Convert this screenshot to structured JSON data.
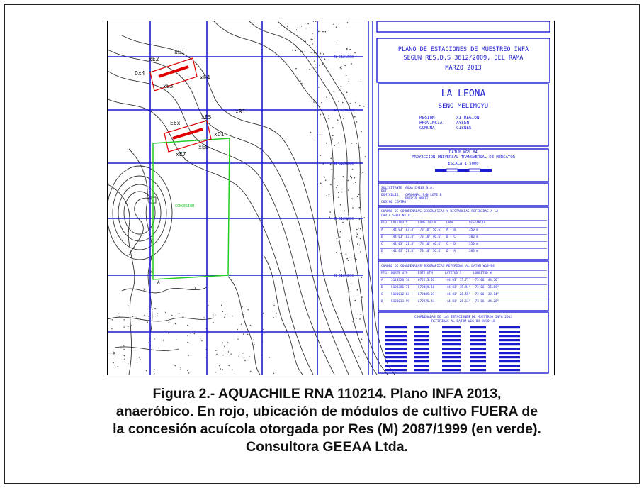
{
  "figure": {
    "caption_lines": [
      "Figura 2.- AQUACHILE RNA 110214. Plano INFA 2013,",
      "anaeróbico. En rojo, ubicación de módulos de cultivo FUERA de",
      "la  concesión acuícola otorgada por Res (M) 2087/1999 (en verde).",
      "Consultora GEEAA Ltda."
    ]
  },
  "map": {
    "station_labels": [
      "xE2",
      "xE1",
      "Dx4",
      "xE4",
      "xE3",
      "xR1",
      "E6x",
      "xE5",
      "xD1",
      "xE8",
      "xE7"
    ],
    "colors": {
      "lines": "#1a1ad0",
      "modules": "#e00000",
      "concession": "#22cc22",
      "contours": "#333333"
    }
  },
  "plan": {
    "title_lines": [
      "PLANO DE ESTACIONES DE MUESTREO INFA",
      "SEGUN RES.D.S 3612/2009, DEL RAMA",
      "MARZO 2013"
    ],
    "site_name": "LA LEONA",
    "site_sub": "SENO MELIMOYU",
    "region_labels": [
      "REGION:",
      "PROVINCIA:",
      "COMUNA:"
    ],
    "region_values": [
      "XI REGION",
      "AYSEN",
      "CISNES"
    ],
    "datum_lines": [
      "DATUM WGS 84",
      "PROYECCION UNIVERSAL TRANSVERSAL DE MERCATOR",
      "ESCALA 1:5000"
    ],
    "owner_labels": [
      "SOLICITANTE",
      "RUT",
      "DOMICILIO",
      "",
      "",
      "CODIGO CENTRO"
    ],
    "owner_values": [
      "AGUA CHILE S.A.",
      "",
      "CARDONAL S/N LOTE B",
      "PUERTO MONTT",
      "",
      ""
    ],
    "geo_table_title": [
      "CUADRO DE COORDENADAS GEOGRAFICAS Y DISTANCIAS REFERIDAS A LA",
      "CARTA SHOA Nº 8.."
    ],
    "geo_table_head": [
      "PTO",
      "LATITUD S",
      "LONGITUD W",
      "LADO",
      "DISTANCIA"
    ],
    "geo_table_rows": [
      [
        "A",
        "-44 03' 03.0\"",
        "-73 10' 56.6\"",
        "A - B",
        "350 m"
      ],
      [
        "B",
        "-44 03' 03.0\"",
        "-73 10' 46.6\"",
        "B - C",
        "580 m"
      ],
      [
        "C",
        "-44 03' 21.8\"",
        "-73 10' 46.6\"",
        "C - D",
        "350 m"
      ],
      [
        "D",
        "-44 03' 21.8\"",
        "-73 10' 56.6\"",
        "D - A",
        "580 m"
      ]
    ],
    "utm_table_title": "CUADRO DE COORDENADAS GEOGRAFICAS REFERIDAS AL DATUM WGS-84",
    "utm_table_head": [
      "PTO",
      "NORTE UTM",
      "ESTE UTM",
      "LATITUD S",
      "LONGITUD W"
    ],
    "utm_table_rows": [
      [
        "A",
        "5120326.14",
        "672213.03",
        "-44 03' 15.77\"",
        "-73 06' 44.56\""
      ],
      [
        "B",
        "5120381.71",
        "672469.18",
        "-44 03' 15.94\"",
        "-73 06' 35.69\""
      ],
      [
        "C",
        "5120012.83",
        "672485.01",
        "-44 03' 26.55\"",
        "-73 06' 33.14\""
      ],
      [
        "D",
        "5120033.99",
        "672225.41",
        "-44 03' 26.11\"",
        "-73 06' 44.26\""
      ]
    ],
    "station_table_title": [
      "COORDENADAS DE LAS ESTACIONES DE MUESTREO INFA 2013",
      "REFERIDAS AL DATUM WGS-84   HUSO 18"
    ],
    "northing_labels": [
      "N 5121000",
      "N 5120800",
      "N 5120600",
      "N 5120400",
      "N 5120200"
    ]
  }
}
